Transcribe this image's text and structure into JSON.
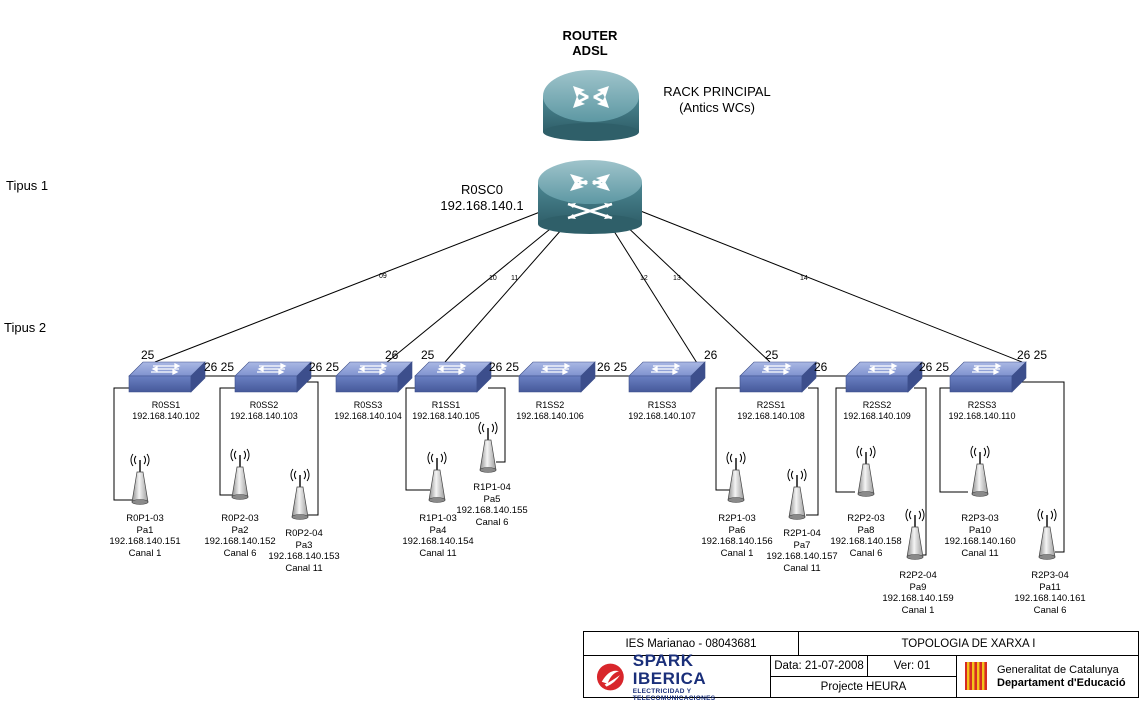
{
  "header": {
    "router_title_line1": "ROUTER",
    "router_title_line2": "ADSL",
    "rack_line1": "RACK PRINCIPAL",
    "rack_line2": "(Antics WCs)",
    "core_name": "R0SC0",
    "core_ip": "192.168.140.1",
    "tipus1": "Tipus 1",
    "tipus2": "Tipus 2"
  },
  "uplinks": [
    "09",
    "10",
    "11",
    "12",
    "13",
    "14"
  ],
  "switches": [
    {
      "name": "R0SS1",
      "ip": "192.168.140.102"
    },
    {
      "name": "R0SS2",
      "ip": "192.168.140.103"
    },
    {
      "name": "R0SS3",
      "ip": "192.168.140.104"
    },
    {
      "name": "R1SS1",
      "ip": "192.168.140.105"
    },
    {
      "name": "R1SS2",
      "ip": "192.168.140.106"
    },
    {
      "name": "R1SS3",
      "ip": "192.168.140.107"
    },
    {
      "name": "R2SS1",
      "ip": "192.168.140.108"
    },
    {
      "name": "R2SS2",
      "ip": "192.168.140.109"
    },
    {
      "name": "R2SS3",
      "ip": "192.168.140.110"
    }
  ],
  "ports": [
    "25",
    "26 25",
    "26 25",
    "26",
    "25",
    "26 25",
    "26 25",
    "26",
    "25",
    "26",
    "26 25",
    "26 25",
    "26"
  ],
  "access_points": [
    {
      "id": "R0P1-03",
      "pa": "Pa1",
      "ip": "192.168.140.151",
      "canal": "Canal 1"
    },
    {
      "id": "R0P2-03",
      "pa": "Pa2",
      "ip": "192.168.140.152",
      "canal": "Canal 6"
    },
    {
      "id": "R0P2-04",
      "pa": "Pa3",
      "ip": "192.168.140.153",
      "canal": "Canal 11"
    },
    {
      "id": "R1P1-03",
      "pa": "Pa4",
      "ip": "192.168.140.154",
      "canal": "Canal 11"
    },
    {
      "id": "R1P1-04",
      "pa": "Pa5",
      "ip": "192.168.140.155",
      "canal": "Canal 6"
    },
    {
      "id": "R2P1-03",
      "pa": "Pa6",
      "ip": "192.168.140.156",
      "canal": "Canal 1"
    },
    {
      "id": "R2P1-04",
      "pa": "Pa7",
      "ip": "192.168.140.157",
      "canal": "Canal 11"
    },
    {
      "id": "R2P2-03",
      "pa": "Pa8",
      "ip": "192.168.140.158",
      "canal": "Canal 6"
    },
    {
      "id": "R2P2-04",
      "pa": "Pa9",
      "ip": "192.168.140.159",
      "canal": "Canal 1"
    },
    {
      "id": "R2P3-03",
      "pa": "Pa10",
      "ip": "192.168.140.160",
      "canal": "Canal 11"
    },
    {
      "id": "R2P3-04",
      "pa": "Pa11",
      "ip": "192.168.140.161",
      "canal": "Canal 6"
    }
  ],
  "title_block": {
    "school": "IES Marianao - 08043681",
    "title": "TOPOLOGIA DE XARXA I",
    "date": "Data: 21-07-2008",
    "version": "Ver: 01",
    "project": "Projecte HEURA",
    "spark_name": "SPARK IBERICA",
    "spark_sub": "ELECTRICIDAD Y TELECOMUNICACIONES",
    "gencat_line1": "Generalitat de Catalunya",
    "gencat_line2": "Departament d'Educació"
  },
  "colors": {
    "router_body": "#4a8690",
    "switch_body": "#5f76b8",
    "antenna": "#c8c8c8"
  },
  "icons": {
    "router": "router-icon",
    "core_switch": "multilayer-switch-icon",
    "switch": "workgroup-switch-icon",
    "access_point": "wireless-antenna-icon"
  }
}
